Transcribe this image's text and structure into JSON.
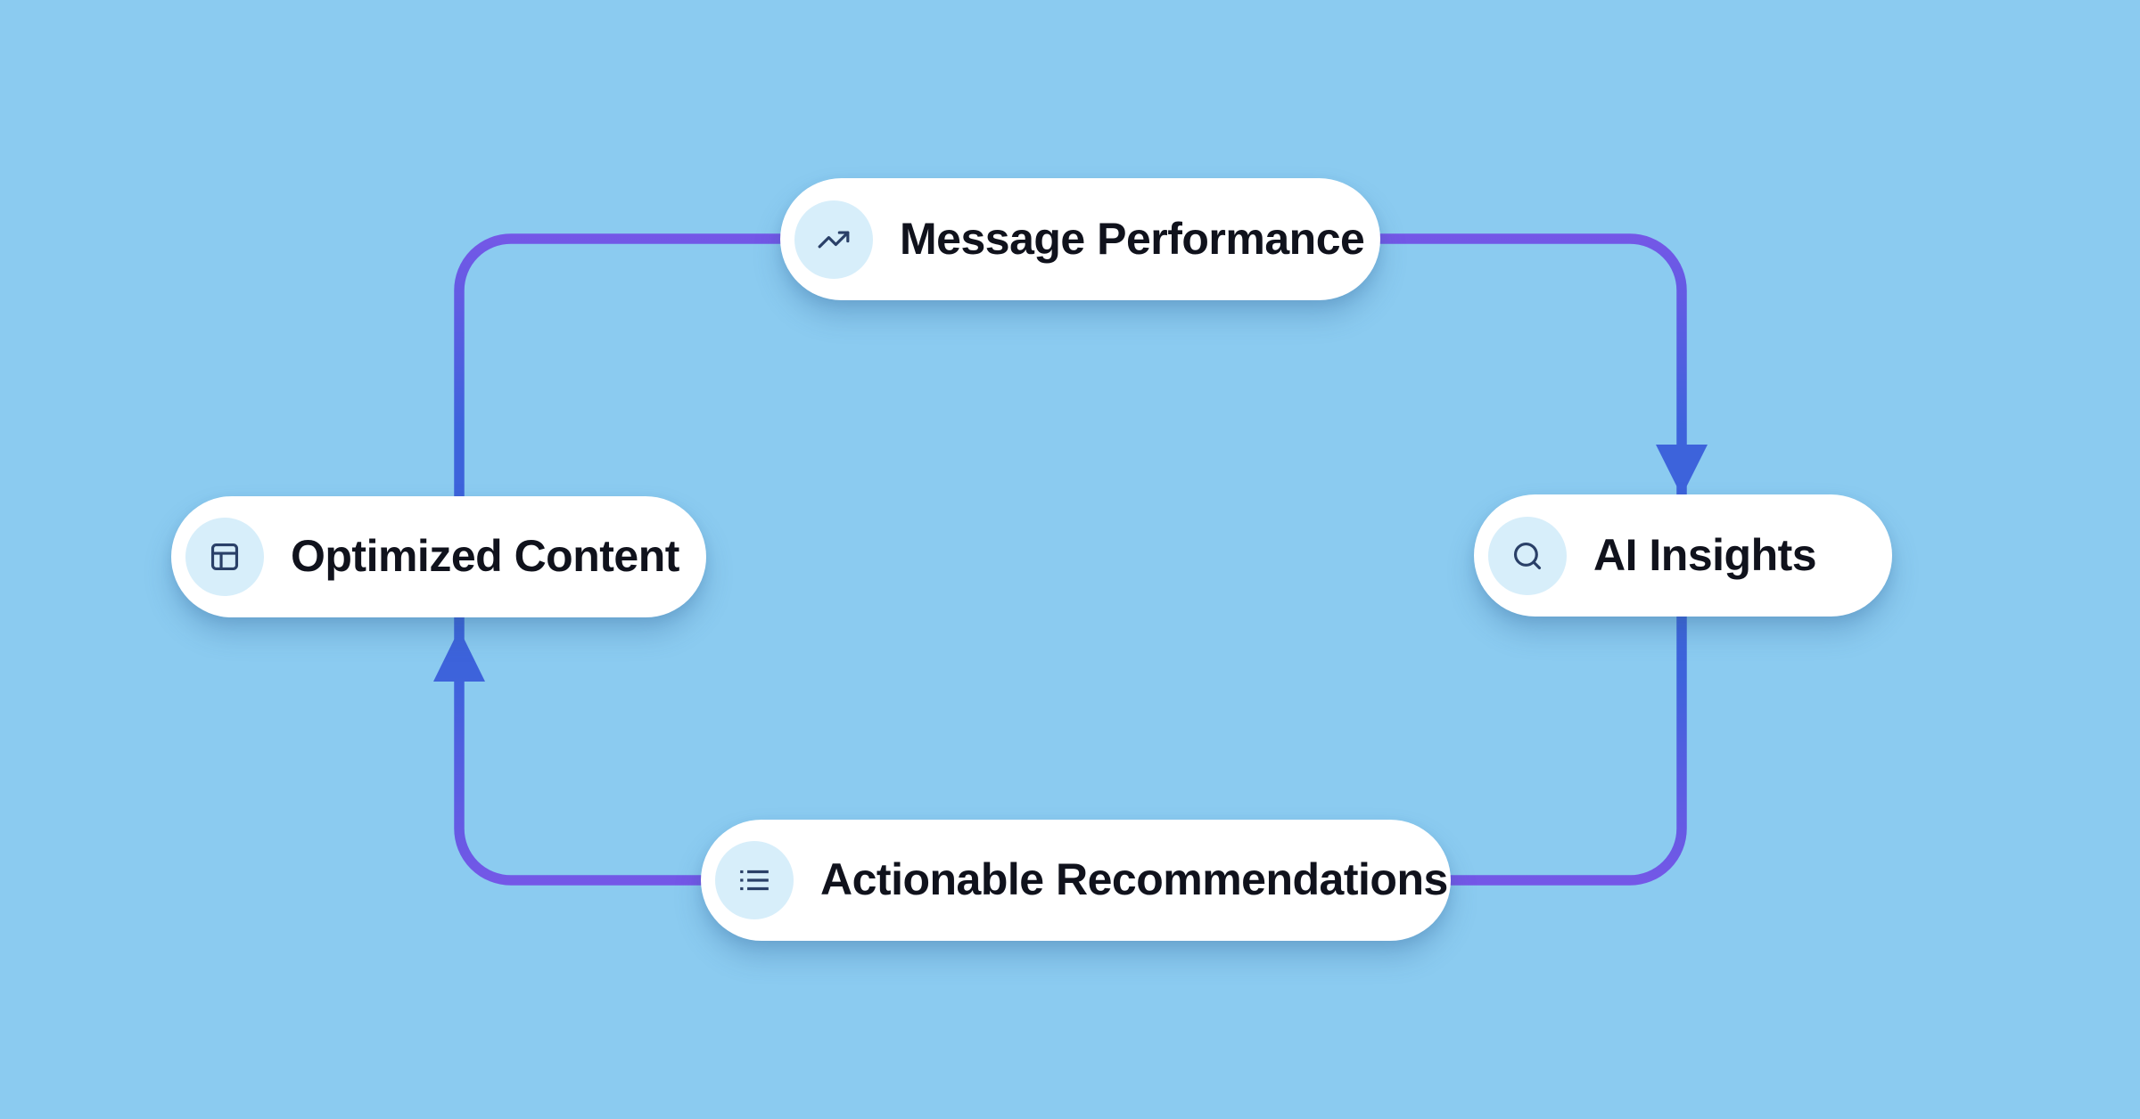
{
  "diagram": {
    "type": "cycle-flow",
    "loop_direction": "clockwise",
    "colors": {
      "background": "#8BCBF0",
      "path_purple": "#7557E7",
      "path_blue": "#3D63DB",
      "pill_background": "#FFFFFF",
      "icon_circle_background": "#D7EEFA",
      "icon_stroke": "#2A4068",
      "label_text": "#10121C"
    },
    "nodes": [
      {
        "id": "message-performance",
        "label": "Message Performance",
        "icon": "trending-up-icon",
        "position": "top"
      },
      {
        "id": "ai-insights",
        "label": "AI Insights",
        "icon": "search-icon",
        "position": "right"
      },
      {
        "id": "actionable-recommendations",
        "label": "Actionable Recommendations",
        "icon": "list-icon",
        "position": "bottom"
      },
      {
        "id": "optimized-content",
        "label": "Optimized Content",
        "icon": "layout-panel-icon",
        "position": "left"
      }
    ],
    "edges": [
      {
        "from": "message-performance",
        "to": "ai-insights",
        "arrowhead": true
      },
      {
        "from": "ai-insights",
        "to": "actionable-recommendations",
        "arrowhead": false
      },
      {
        "from": "actionable-recommendations",
        "to": "optimized-content",
        "arrowhead": true
      },
      {
        "from": "optimized-content",
        "to": "message-performance",
        "arrowhead": false
      }
    ]
  }
}
